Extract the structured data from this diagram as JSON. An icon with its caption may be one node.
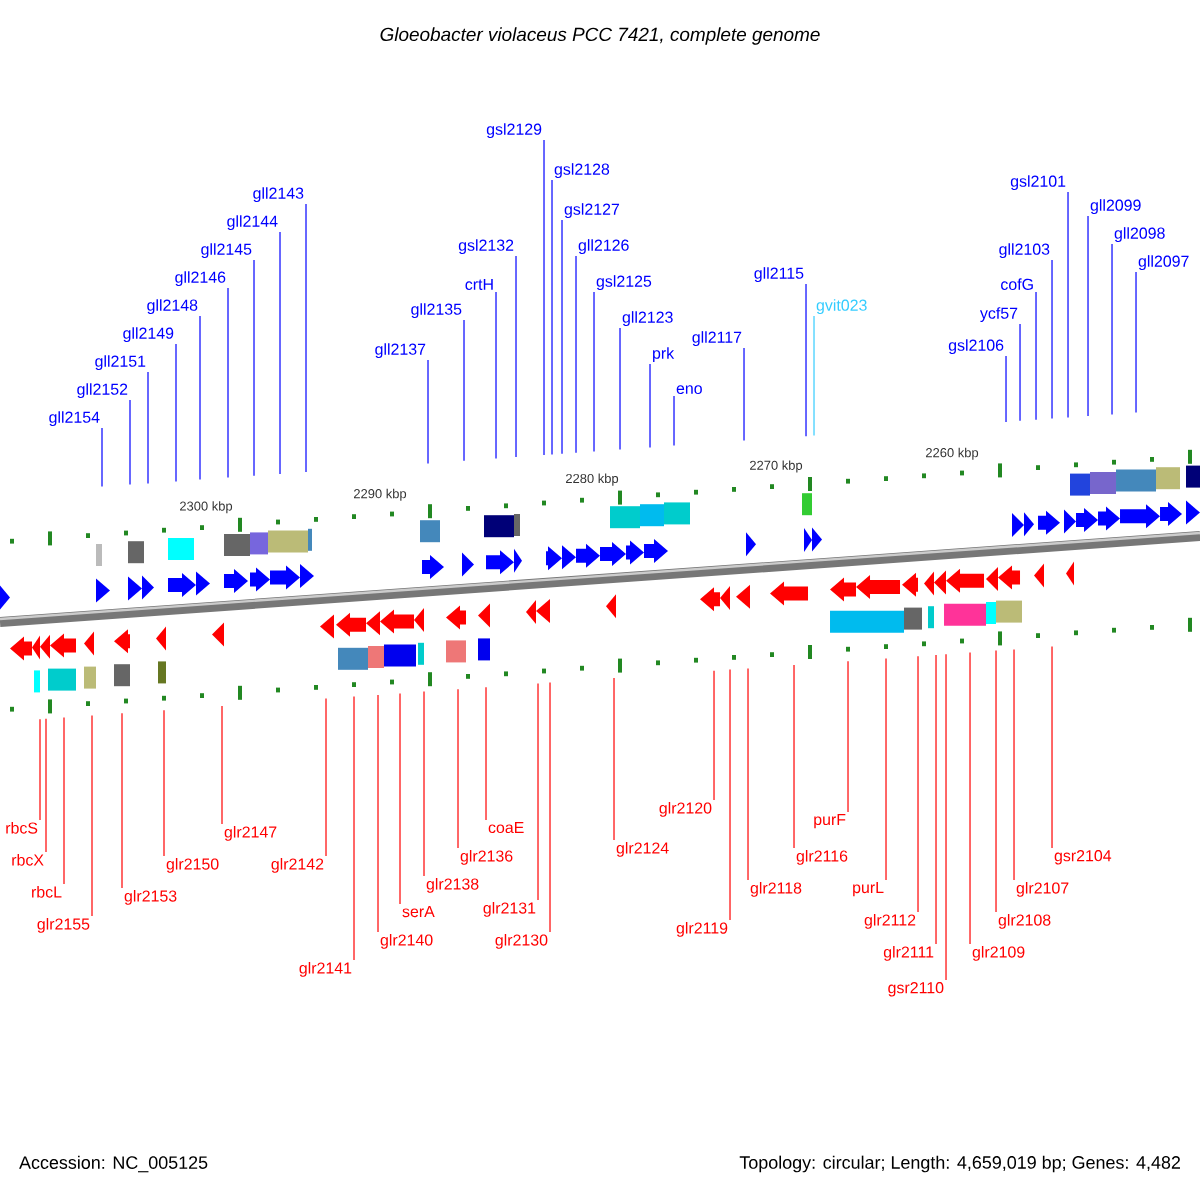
{
  "diagram": {
    "title": "Gloeobacter violaceus PCC 7421, complete genome",
    "nodes": [
      {
        "text": [
          "gll2154"
        ]
      },
      {
        "text": [
          "gll2152"
        ]
      },
      {
        "text": [
          "gll2151"
        ]
      },
      {
        "text": [
          "gll2149"
        ]
      },
      {
        "text": [
          "gll2148"
        ]
      },
      {
        "text": [
          "gll2146"
        ]
      },
      {
        "text": [
          "gll2145"
        ]
      },
      {
        "text": [
          "gll2144"
        ]
      },
      {
        "text": [
          "gll2143"
        ]
      },
      {
        "text": [
          "gll2137"
        ]
      },
      {
        "text": [
          "gll2135"
        ]
      },
      {
        "text": [
          "crtH"
        ]
      },
      {
        "text": [
          "gsl2132"
        ]
      },
      {
        "text": [
          "gsl2129"
        ]
      },
      {
        "text": [
          "gsl2128"
        ]
      },
      {
        "text": [
          "gsl2127"
        ]
      },
      {
        "text": [
          "gll2126"
        ]
      },
      {
        "text": [
          "gsl2125"
        ]
      },
      {
        "text": [
          "gll2123"
        ]
      },
      {
        "text": [
          "prk"
        ]
      },
      {
        "text": [
          "eno"
        ]
      },
      {
        "text": [
          "gll2117"
        ]
      },
      {
        "text": [
          "gll2115"
        ]
      },
      {
        "text": [
          "gvit023"
        ]
      },
      {
        "text": [
          "gsl2106"
        ]
      },
      {
        "text": [
          "ycf57"
        ]
      },
      {
        "text": [
          "cofG"
        ]
      },
      {
        "text": [
          "gll2103"
        ]
      },
      {
        "text": [
          "gsl2101"
        ]
      },
      {
        "text": [
          "gll2099"
        ]
      },
      {
        "text": [
          "gll2098"
        ]
      },
      {
        "text": [
          "gll2097"
        ]
      },
      {
        "text": [
          "rbcS"
        ]
      },
      {
        "text": [
          "rbcX"
        ]
      },
      {
        "text": [
          "rbcL"
        ]
      },
      {
        "text": [
          "glr2155"
        ]
      },
      {
        "text": [
          "glr2153"
        ]
      },
      {
        "text": [
          "glr2150"
        ]
      },
      {
        "text": [
          "glr2147"
        ]
      },
      {
        "text": [
          "glr2142"
        ]
      },
      {
        "text": [
          "glr2141"
        ]
      },
      {
        "text": [
          "glr2140"
        ]
      },
      {
        "text": [
          "serA"
        ]
      },
      {
        "text": [
          "glr2138"
        ]
      },
      {
        "text": [
          "glr2136"
        ]
      },
      {
        "text": [
          "coaE"
        ]
      },
      {
        "text": [
          "glr2131"
        ]
      },
      {
        "text": [
          "glr2130"
        ]
      },
      {
        "text": [
          "glr2124"
        ]
      },
      {
        "text": [
          "glr2120"
        ]
      },
      {
        "text": [
          "glr2119"
        ]
      },
      {
        "text": [
          "glr2118"
        ]
      },
      {
        "text": [
          "glr2116"
        ]
      },
      {
        "text": [
          "purF"
        ]
      },
      {
        "text": [
          "purL"
        ]
      },
      {
        "text": [
          "glr2112"
        ]
      },
      {
        "text": [
          "glr2111"
        ]
      },
      {
        "text": [
          "gsr2110"
        ]
      },
      {
        "text": [
          "glr2109"
        ]
      },
      {
        "text": [
          "glr2108"
        ]
      },
      {
        "text": [
          "glr2107"
        ]
      },
      {
        "text": [
          "gsr2104"
        ]
      }
    ],
    "edges": [
      {
        "from": 0,
        "to": null,
        "arrow": "none"
      },
      {
        "from": 1,
        "to": null,
        "arrow": "none"
      },
      {
        "from": 2,
        "to": null,
        "arrow": "none"
      },
      {
        "from": 3,
        "to": null,
        "arrow": "none"
      },
      {
        "from": 4,
        "to": null,
        "arrow": "none"
      },
      {
        "from": 5,
        "to": null,
        "arrow": "none"
      },
      {
        "from": 6,
        "to": null,
        "arrow": "none"
      },
      {
        "from": 7,
        "to": null,
        "arrow": "none"
      },
      {
        "from": 8,
        "to": null,
        "arrow": "none"
      },
      {
        "from": 9,
        "to": null,
        "arrow": "none"
      },
      {
        "from": 10,
        "to": null,
        "arrow": "none"
      },
      {
        "from": 11,
        "to": null,
        "arrow": "none"
      },
      {
        "from": 12,
        "to": null,
        "arrow": "none"
      },
      {
        "from": 13,
        "to": null,
        "arrow": "none"
      },
      {
        "from": 14,
        "to": null,
        "arrow": "none"
      },
      {
        "from": 15,
        "to": null,
        "arrow": "none"
      },
      {
        "from": 16,
        "to": null,
        "arrow": "none"
      },
      {
        "from": 17,
        "to": null,
        "arrow": "none"
      },
      {
        "from": 18,
        "to": null,
        "arrow": "none"
      },
      {
        "from": 19,
        "to": null,
        "arrow": "none"
      },
      {
        "from": 20,
        "to": null,
        "arrow": "none"
      },
      {
        "from": 21,
        "to": null,
        "arrow": "none"
      },
      {
        "from": 22,
        "to": null,
        "arrow": "none"
      },
      {
        "from": 23,
        "to": null,
        "arrow": "none",
        "color": "#33ccff"
      },
      {
        "from": 24,
        "to": null,
        "arrow": "none"
      },
      {
        "from": 25,
        "to": null,
        "arrow": "none"
      },
      {
        "from": 26,
        "to": null,
        "arrow": "none"
      },
      {
        "from": 27,
        "to": null,
        "arrow": "none"
      },
      {
        "from": 28,
        "to": null,
        "arrow": "none"
      },
      {
        "from": 29,
        "to": null,
        "arrow": "none"
      },
      {
        "from": 30,
        "to": null,
        "arrow": "none"
      },
      {
        "from": 31,
        "to": null,
        "arrow": "none"
      },
      {
        "from": 32,
        "to": null,
        "arrow": "none",
        "color": "#ff0000"
      },
      {
        "from": 33,
        "to": null,
        "arrow": "none",
        "color": "#ff0000"
      },
      {
        "from": 34,
        "to": null,
        "arrow": "none",
        "color": "#ff0000"
      },
      {
        "from": 35,
        "to": null,
        "arrow": "none",
        "color": "#ff0000"
      },
      {
        "from": 36,
        "to": null,
        "arrow": "none",
        "color": "#ff0000"
      },
      {
        "from": 37,
        "to": null,
        "arrow": "none",
        "color": "#ff0000"
      },
      {
        "from": 38,
        "to": null,
        "arrow": "none",
        "color": "#ff0000"
      },
      {
        "from": 39,
        "to": null,
        "arrow": "none",
        "color": "#ff0000"
      },
      {
        "from": 40,
        "to": null,
        "arrow": "none",
        "color": "#ff0000"
      },
      {
        "from": 41,
        "to": null,
        "arrow": "none",
        "color": "#ff0000"
      },
      {
        "from": 42,
        "to": null,
        "arrow": "none",
        "color": "#ff0000"
      },
      {
        "from": 43,
        "to": null,
        "arrow": "none",
        "color": "#ff0000"
      },
      {
        "from": 44,
        "to": null,
        "arrow": "none",
        "color": "#ff0000"
      },
      {
        "from": 45,
        "to": null,
        "arrow": "none",
        "color": "#ff0000"
      },
      {
        "from": 46,
        "to": null,
        "arrow": "none",
        "color": "#ff0000"
      },
      {
        "from": 47,
        "to": null,
        "arrow": "none",
        "color": "#ff0000"
      },
      {
        "from": 48,
        "to": null,
        "arrow": "none",
        "color": "#ff0000"
      },
      {
        "from": 49,
        "to": null,
        "arrow": "none",
        "color": "#ff0000"
      },
      {
        "from": 50,
        "to": null,
        "arrow": "none",
        "color": "#ff0000"
      },
      {
        "from": 51,
        "to": null,
        "arrow": "none",
        "color": "#ff0000"
      },
      {
        "from": 52,
        "to": null,
        "arrow": "none",
        "color": "#ff0000"
      },
      {
        "from": 53,
        "to": null,
        "arrow": "none",
        "color": "#ff0000"
      },
      {
        "from": 54,
        "to": null,
        "arrow": "none",
        "color": "#ff0000"
      },
      {
        "from": 55,
        "to": null,
        "arrow": "none",
        "color": "#ff0000"
      },
      {
        "from": 56,
        "to": null,
        "arrow": "none",
        "color": "#ff0000"
      },
      {
        "from": 57,
        "to": null,
        "arrow": "none",
        "color": "#ff0000"
      },
      {
        "from": 58,
        "to": null,
        "arrow": "none",
        "color": "#ff0000"
      },
      {
        "from": 59,
        "to": null,
        "arrow": "none",
        "color": "#ff0000"
      },
      {
        "from": 60,
        "to": null,
        "arrow": "none",
        "color": "#ff0000"
      },
      {
        "from": 61,
        "to": null,
        "arrow": "none",
        "color": "#ff0000"
      }
    ],
    "labels": [
      "2300 kbp",
      "2290 kbp",
      "2280 kbp",
      "2270 kbp",
      "2260 kbp",
      "Accession: NC_005125",
      "Topology: circular; Length: 4,659,019 bp; Genes: 4,482"
    ]
  }
}
